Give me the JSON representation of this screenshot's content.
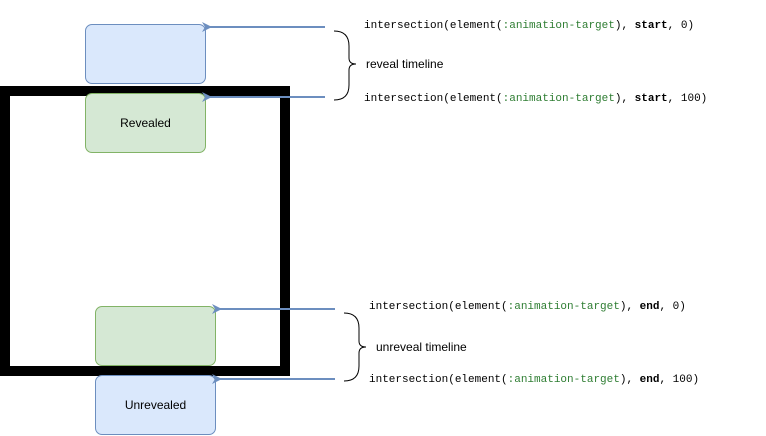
{
  "colors": {
    "blue_fill": "#dae8fc",
    "blue_stroke": "#6c8ebf",
    "green_fill": "#d5e8d4",
    "green_stroke": "#82b366",
    "arrow": "#6c8ebf",
    "frame": "#000000",
    "code_highlight": "#2e7d32"
  },
  "boxes": {
    "top_blue": "",
    "revealed": "Revealed",
    "bottom_green": "",
    "unrevealed": "Unrevealed"
  },
  "labels": {
    "reveal": "reveal timeline",
    "unreveal": "unreveal timeline"
  },
  "code_lines": [
    {
      "pre": "intersection(element(",
      "fn": ":animation-target",
      "mid": "), ",
      "kw": "start",
      "post": ", 0)"
    },
    {
      "pre": "intersection(element(",
      "fn": ":animation-target",
      "mid": "), ",
      "kw": "start",
      "post": ", 100)"
    },
    {
      "pre": "intersection(element(",
      "fn": ":animation-target",
      "mid": "), ",
      "kw": "end",
      "post": ", 0)"
    },
    {
      "pre": "intersection(element(",
      "fn": ":animation-target",
      "mid": "), ",
      "kw": "end",
      "post": ", 100)"
    }
  ]
}
